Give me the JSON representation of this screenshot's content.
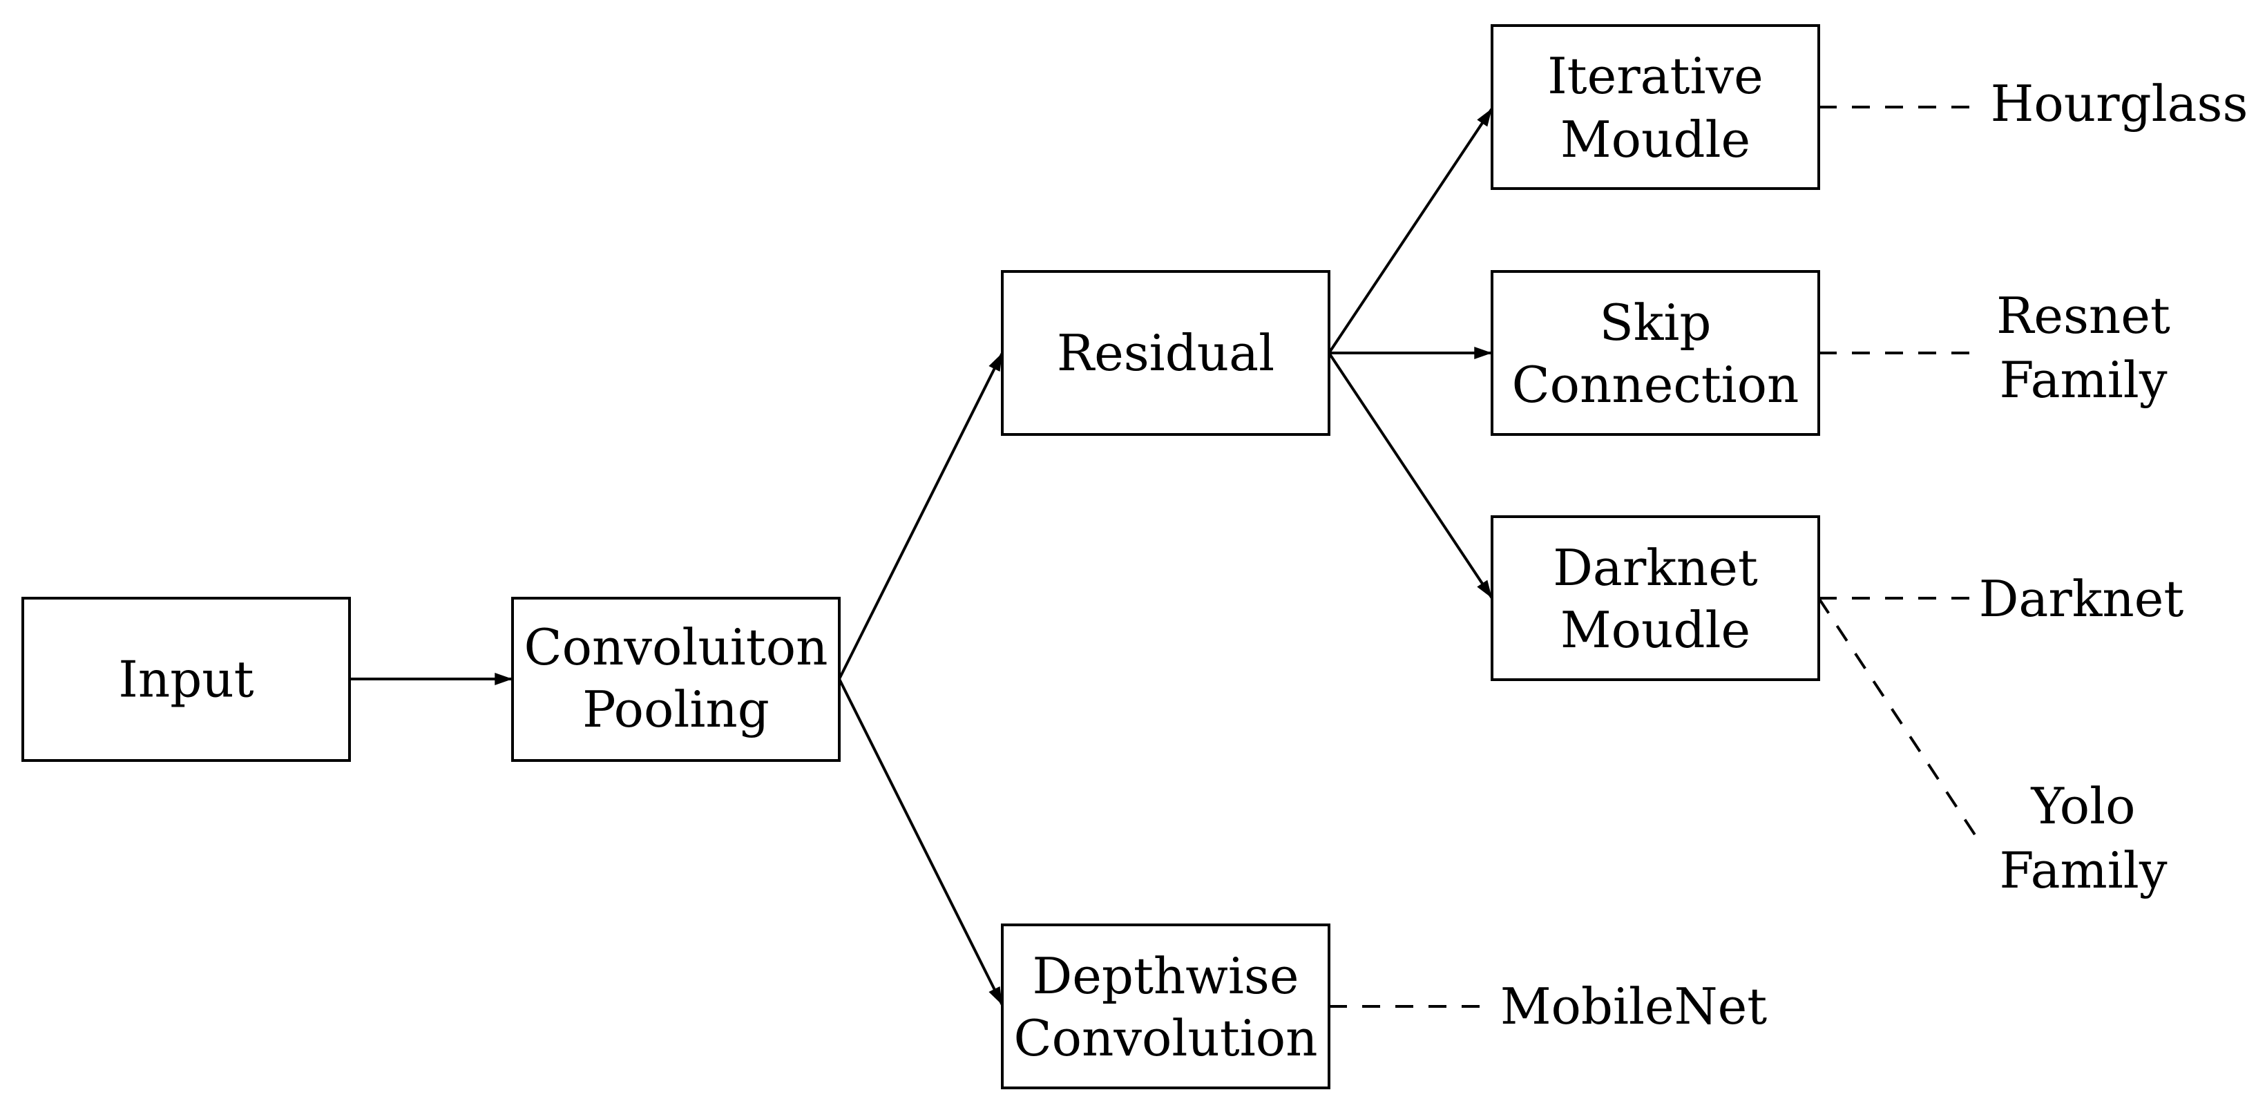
{
  "nodes": {
    "input": {
      "lines": [
        "Input"
      ]
    },
    "conv": {
      "lines": [
        "Convoluiton",
        "Pooling"
      ]
    },
    "residual": {
      "lines": [
        "Residual"
      ]
    },
    "depthwise": {
      "lines": [
        "Depthwise",
        "Convolution"
      ]
    },
    "iterative": {
      "lines": [
        "Iterative",
        "Moudle"
      ]
    },
    "skip": {
      "lines": [
        "Skip",
        "Connection"
      ]
    },
    "darknet_moudle": {
      "lines": [
        "Darknet",
        "Moudle"
      ]
    }
  },
  "leaves": {
    "hourglass": {
      "lines": [
        "Hourglass"
      ]
    },
    "resnet": {
      "lines": [
        "Resnet",
        "Family"
      ]
    },
    "darknet": {
      "lines": [
        "Darknet"
      ]
    },
    "yolo": {
      "lines": [
        "Yolo",
        "Family"
      ]
    },
    "mobilenet": {
      "lines": [
        "MobileNet"
      ]
    }
  }
}
